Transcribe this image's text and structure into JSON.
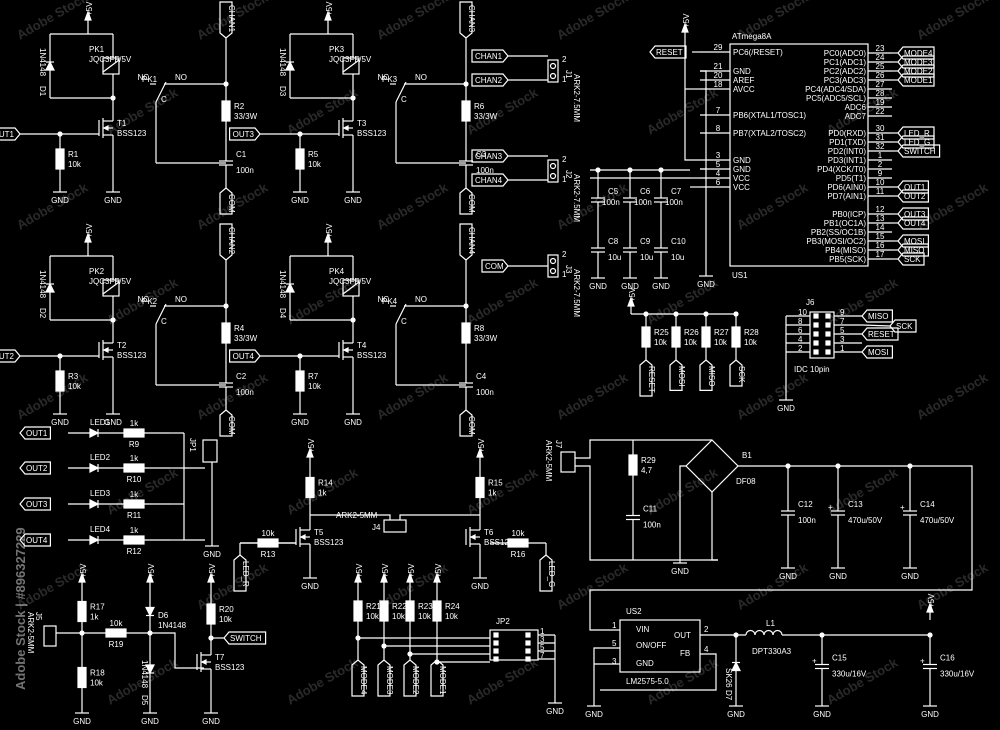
{
  "supply": "+5V",
  "ground": "GND",
  "mcu": {
    "name": "ATmega8A",
    "ref": "US1",
    "left_pins": [
      {
        "num": "29",
        "name": "PC6(/RESET)",
        "net": "RESET"
      },
      {
        "num": "21",
        "name": "GND"
      },
      {
        "num": "20",
        "name": "AREF"
      },
      {
        "num": "18",
        "name": "AVCC"
      },
      {
        "num": "7",
        "name": "PB6(XTAL1/TOSC1)"
      },
      {
        "num": "8",
        "name": "PB7(XTAL2/TOSC2)"
      },
      {
        "num": "3",
        "name": "GND"
      },
      {
        "num": "5",
        "name": "GND"
      },
      {
        "num": "4",
        "name": "VCC"
      },
      {
        "num": "6",
        "name": "VCC"
      }
    ],
    "right_pins": [
      {
        "num": "23",
        "name": "PC0(ADC0)",
        "net": "MODE4"
      },
      {
        "num": "24",
        "name": "PC1(ADC1)",
        "net": "MODE3"
      },
      {
        "num": "25",
        "name": "PC2(ADC2)",
        "net": "MODE2"
      },
      {
        "num": "26",
        "name": "PC3(ADC3)",
        "net": "MODE1"
      },
      {
        "num": "27",
        "name": "PC4(ADC4/SDA)"
      },
      {
        "num": "28",
        "name": "PC5(ADC5/SCL)"
      },
      {
        "num": "19",
        "name": "ADC6"
      },
      {
        "num": "22",
        "name": "ADC7"
      },
      {
        "num": "30",
        "name": "PD0(RXD)",
        "net": "LED_R"
      },
      {
        "num": "31",
        "name": "PD1(TXD)",
        "net": "LED_G"
      },
      {
        "num": "32",
        "name": "PD2(INT0)",
        "net": "SWITCH"
      },
      {
        "num": "1",
        "name": "PD3(INT1)"
      },
      {
        "num": "2",
        "name": "PD4(XCK/T0)"
      },
      {
        "num": "9",
        "name": "PD5(T1)"
      },
      {
        "num": "10",
        "name": "PD6(AIN0)",
        "net": "OUT1"
      },
      {
        "num": "11",
        "name": "PD7(AIN1)",
        "net": "OUT2"
      },
      {
        "num": "12",
        "name": "PB0(ICP)",
        "net": "OUT3"
      },
      {
        "num": "13",
        "name": "PB1(OC1A)",
        "net": "OUT4"
      },
      {
        "num": "14",
        "name": "PB2(SS/OC1B)"
      },
      {
        "num": "15",
        "name": "PB3(MOSI/OC2)",
        "net": "MOSI"
      },
      {
        "num": "16",
        "name": "PB4(MISO)",
        "net": "MISO"
      },
      {
        "num": "17",
        "name": "PB5(SCK)",
        "net": "SCK"
      }
    ]
  },
  "relays": [
    {
      "rel": "PK1",
      "model": "JQC3FF/5V",
      "diode": "D1",
      "dval": "1N4148",
      "tr": "T1",
      "tval": "BSS123",
      "rb": "R1",
      "rbv": "10k",
      "rs": "R2",
      "rsv": "33/3W",
      "cs": "C1",
      "csv": "100n",
      "chan": "CHAN1",
      "out": "OUT1"
    },
    {
      "rel": "PK2",
      "model": "JQC3FF/5V",
      "diode": "D2",
      "dval": "1N4148",
      "tr": "T2",
      "tval": "BSS123",
      "rb": "R3",
      "rbv": "10k",
      "rs": "R4",
      "rsv": "33/3W",
      "cs": "C2",
      "csv": "100n",
      "chan": "CHAN2",
      "out": "OUT2"
    },
    {
      "rel": "PK3",
      "model": "JQC3FF/5V",
      "diode": "D3",
      "dval": "1N4148",
      "tr": "T3",
      "tval": "BSS123",
      "rb": "R5",
      "rbv": "10k",
      "rs": "R6",
      "rsv": "33/3W",
      "cs": "C3",
      "csv": "100n",
      "chan": "CHAN3",
      "out": "OUT3"
    },
    {
      "rel": "PK4",
      "model": "JQC3FF/5V",
      "diode": "D4",
      "dval": "1N4148",
      "tr": "T4",
      "tval": "BSS123",
      "rb": "R7",
      "rbv": "10k",
      "rs": "R8",
      "rsv": "33/3W",
      "cs": "C4",
      "csv": "100n",
      "chan": "CHAN4",
      "out": "OUT4"
    }
  ],
  "relay_contacts": {
    "nc": "NC",
    "no": "NO",
    "c": "C",
    "com": "COM"
  },
  "connectors": [
    {
      "ref": "J1",
      "type": "ARK2-7.5MM",
      "nets": [
        "CHAN1",
        "CHAN2"
      ]
    },
    {
      "ref": "J2",
      "type": "ARK2-7.5MM",
      "nets": [
        "CHAN3",
        "CHAN4"
      ]
    },
    {
      "ref": "J3",
      "type": "ARK2-7.5MM",
      "nets": [
        "COM"
      ]
    }
  ],
  "decoupling": [
    {
      "ref": "C5",
      "val": "100n"
    },
    {
      "ref": "C6",
      "val": "100n"
    },
    {
      "ref": "C7",
      "val": "100n"
    },
    {
      "ref": "C8",
      "val": "10u"
    },
    {
      "ref": "C9",
      "val": "10u"
    },
    {
      "ref": "C10",
      "val": "10u"
    }
  ],
  "pullups": [
    {
      "ref": "R25",
      "val": "10k",
      "net": "RESET"
    },
    {
      "ref": "R26",
      "val": "10k",
      "net": "MOSI"
    },
    {
      "ref": "R27",
      "val": "10k",
      "net": "MISO"
    },
    {
      "ref": "R28",
      "val": "10k",
      "net": "SCK"
    }
  ],
  "isp": {
    "ref": "J6",
    "type": "IDC 10pin",
    "nets": [
      "MISO",
      "SCK",
      "RESET",
      "MOSI"
    ]
  },
  "leds": [
    {
      "led": "LED1",
      "r": "R9",
      "rv": "1k",
      "out": "OUT1"
    },
    {
      "led": "LED2",
      "r": "R10",
      "rv": "1k",
      "out": "OUT2"
    },
    {
      "led": "LED3",
      "r": "R11",
      "rv": "1k",
      "out": "OUT3"
    },
    {
      "led": "LED4",
      "r": "R12",
      "rv": "1k",
      "out": "OUT4"
    }
  ],
  "jp1": "JP1",
  "led_drivers": [
    {
      "tr": "T5",
      "tval": "BSS123",
      "rp": "R14",
      "rpv": "1k",
      "rg": "R13",
      "rgv": "10k",
      "net": "LED_R"
    },
    {
      "tr": "T6",
      "tval": "BSS123",
      "rp": "R15",
      "rpv": "1k",
      "rg": "R16",
      "rgv": "10k",
      "net": "LED_G"
    }
  ],
  "j4": {
    "ref": "J4",
    "type": "ARK2-5MM"
  },
  "mode_res": [
    {
      "ref": "R21",
      "val": "10k",
      "net": "MODE4"
    },
    {
      "ref": "R22",
      "val": "10k",
      "net": "MODE3"
    },
    {
      "ref": "R23",
      "val": "10k",
      "net": "MODE2"
    },
    {
      "ref": "R24",
      "val": "10k",
      "net": "MODE1"
    }
  ],
  "jp2": {
    "ref": "JP2",
    "pins": [
      "1",
      "2",
      "3",
      "4",
      "5",
      "6",
      "7",
      "8"
    ]
  },
  "switch_in": {
    "j5": "J5",
    "j5type": "ARK2-5MM",
    "r17": "R17",
    "r17v": "1k",
    "r18": "R18",
    "r18v": "10k",
    "r19": "R19",
    "r19v": "10k",
    "r20": "R20",
    "r20v": "10k",
    "d6": "D6",
    "d6v": "1N4148",
    "d5": "D5",
    "d5v": "1N4148",
    "t7": "T7",
    "t7v": "BSS123",
    "net": "SWITCH"
  },
  "psu": {
    "j7": "J7",
    "j7type": "ARK2-5MM",
    "r29": "R29",
    "r29v": "4,7",
    "c11": "C11",
    "c11v": "100n",
    "b1": "B1",
    "b1v": "DF08",
    "c12": "C12",
    "c12v": "100n",
    "c13": "C13",
    "c13v": "470u/50V",
    "c14": "C14",
    "c14v": "470u/50V"
  },
  "regulator": {
    "ref": "US2",
    "name": "LM2575-5.0",
    "vin": "VIN",
    "onoff": "ON/OFF",
    "gnd": "GND",
    "out": "OUT",
    "fb": "FB",
    "pins": [
      "1",
      "5",
      "3",
      "2",
      "4"
    ],
    "l1": "L1",
    "l1v": "DPT330A3",
    "d7": "D7",
    "d7v": "SK26",
    "c15": "C15",
    "c15v": "330u/16V",
    "c16": "C16",
    "c16v": "330u/16V"
  },
  "misc_pins": {
    "p1": "1",
    "p2": "2",
    "p3": "3",
    "p4": "4",
    "p5": "5",
    "p6": "6",
    "p7": "7",
    "p8": "8",
    "p9": "9",
    "p10": "10",
    "c": "C"
  },
  "watermark": "Adobe Stock",
  "side_text": "Adobe Stock | #896327229"
}
